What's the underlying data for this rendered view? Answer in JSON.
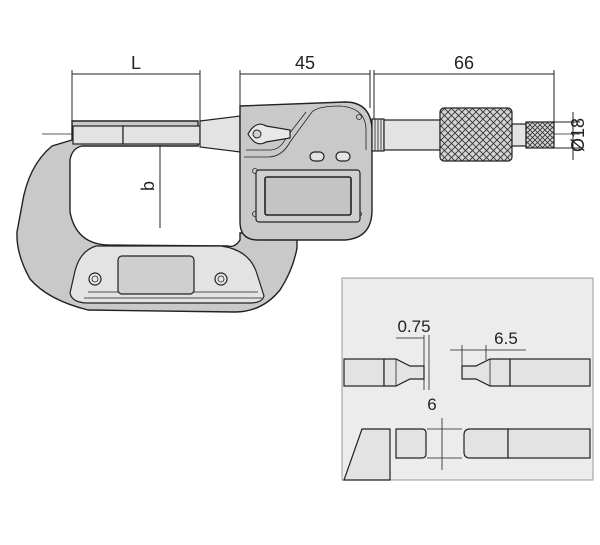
{
  "main_view": {
    "dim_L": "L",
    "dim_45": "45",
    "dim_66": "66",
    "dim_diameter": "Ø18",
    "dim_b": "b"
  },
  "detail_view": {
    "dim_gap": "0.75",
    "dim_tip_length": "6.5",
    "dim_blade_height": "6"
  }
}
